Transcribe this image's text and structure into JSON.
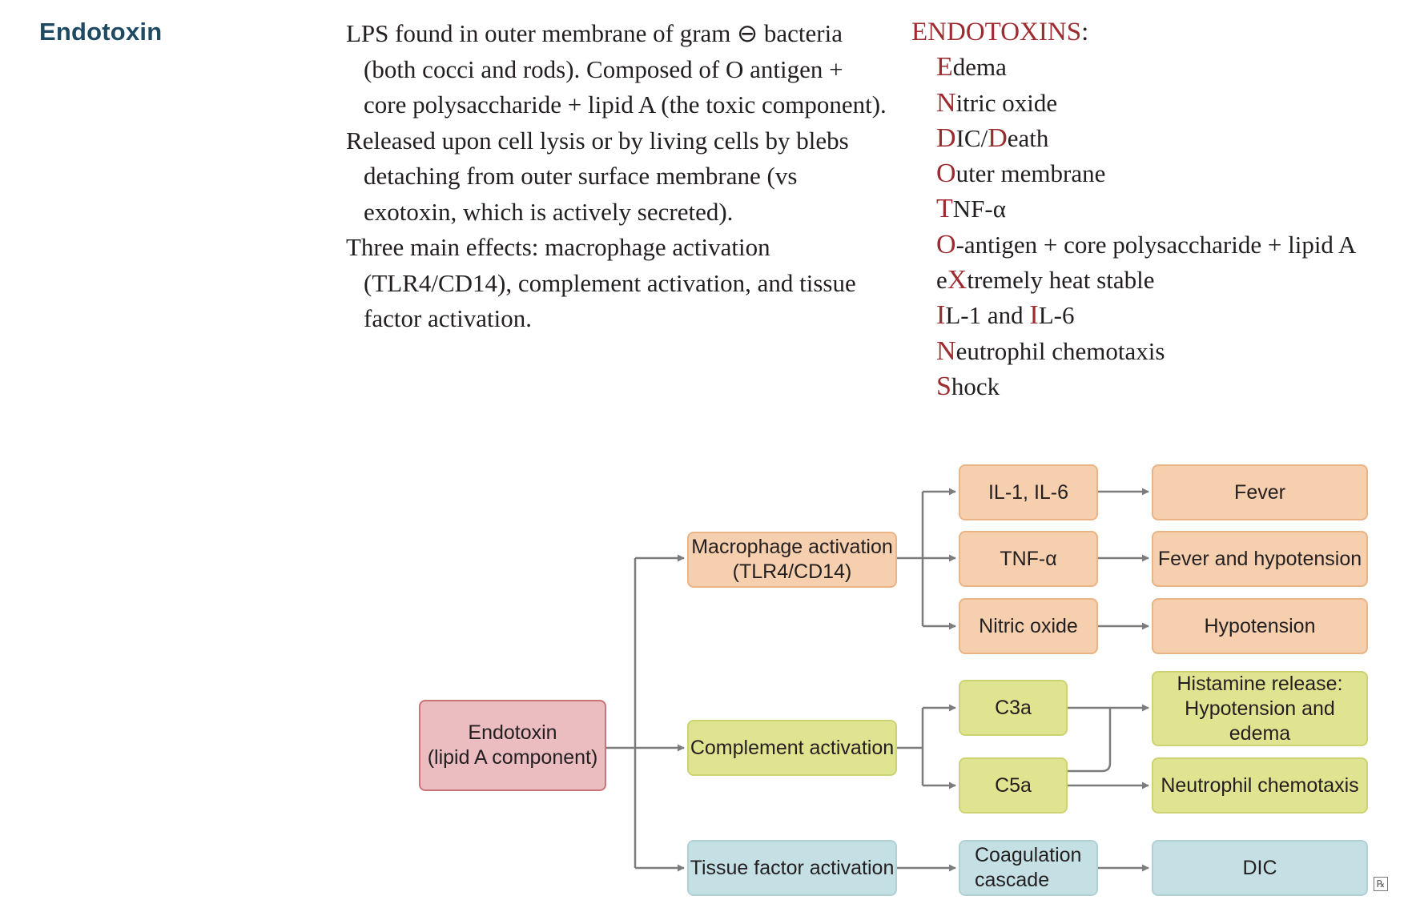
{
  "section_title": "Endotoxin",
  "description": [
    "LPS found in outer membrane of gram ⊖ bacteria (both cocci and rods). Composed of O antigen + core polysaccharide + lipid A (the toxic component).",
    "Released upon cell lysis or by living cells by blebs detaching from outer surface membrane (vs exotoxin, which is actively secreted).",
    "Three main effects: macrophage activation (TLR4/CD14), complement activation, and tissue factor activation."
  ],
  "mnemonic": {
    "title": "ENDOTOXINS",
    "colon": ":",
    "items": [
      {
        "parts": [
          {
            "t": "E",
            "hl": true
          },
          {
            "t": "dema"
          }
        ]
      },
      {
        "parts": [
          {
            "t": "N",
            "hl": true
          },
          {
            "t": "itric oxide"
          }
        ]
      },
      {
        "parts": [
          {
            "t": "D",
            "hl": true
          },
          {
            "t": "IC/"
          },
          {
            "t": "D",
            "hl": true
          },
          {
            "t": "eath"
          }
        ]
      },
      {
        "parts": [
          {
            "t": "O",
            "hl": true
          },
          {
            "t": "uter membrane"
          }
        ]
      },
      {
        "parts": [
          {
            "t": "T",
            "hl": true
          },
          {
            "t": "NF-α"
          }
        ]
      },
      {
        "parts": [
          {
            "t": "O",
            "hl": true
          },
          {
            "t": "-antigen + core polysaccharide + lipid A"
          }
        ]
      },
      {
        "parts": [
          {
            "t": "e"
          },
          {
            "t": "X",
            "hl": true
          },
          {
            "t": "tremely heat stable"
          }
        ]
      },
      {
        "parts": [
          {
            "t": "I",
            "hl": true
          },
          {
            "t": "L-1 and "
          },
          {
            "t": "I",
            "hl": true
          },
          {
            "t": "L-6"
          }
        ]
      },
      {
        "parts": [
          {
            "t": "N",
            "hl": true
          },
          {
            "t": "eutrophil chemotaxis"
          }
        ]
      },
      {
        "parts": [
          {
            "t": "S",
            "hl": true
          },
          {
            "t": "hock"
          }
        ]
      }
    ]
  },
  "flowchart": {
    "root": "Endotoxin\n(lipid A component)",
    "macrophage": "Macrophage activation\n(TLR4/CD14)",
    "complement": "Complement activation",
    "tissue_factor": "Tissue factor activation",
    "il": "IL-1, IL-6",
    "tnf": "TNF-α",
    "no": "Nitric oxide",
    "c3a": "C3a",
    "c5a": "C5a",
    "coag": "Coagulation\ncascade",
    "fever": "Fever",
    "fever_hypo": "Fever and hypotension",
    "hypotension": "Hypotension",
    "histamine": "Histamine release:\nHypotension and edema",
    "neutrophil": "Neutrophil chemotaxis",
    "dic": "DIC"
  },
  "rx_mark": "℞"
}
